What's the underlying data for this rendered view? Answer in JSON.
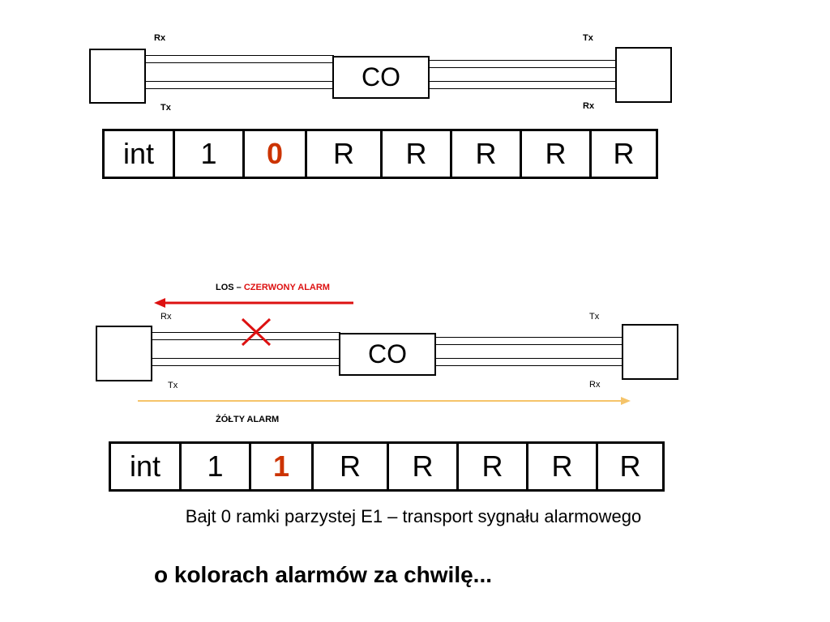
{
  "diagram1": {
    "left_top_label": "Rx",
    "left_bottom_label": "Tx",
    "right_top_label": "Tx",
    "right_bottom_label": "Rx",
    "co_label": "CO",
    "frame_cells": [
      "int",
      "1",
      "0",
      "R",
      "R",
      "R",
      "R",
      "R"
    ],
    "highlight_index": 2
  },
  "diagram2": {
    "left_top_label": "Rx",
    "left_bottom_label": "Tx",
    "right_top_label": "Tx",
    "right_bottom_label": "Rx",
    "co_label": "CO",
    "los_label_prefix": "LOS – ",
    "los_label_alarm": "CZERWONY ALARM",
    "yellow_alarm_label": "ŻÓŁTY ALARM",
    "frame_cells": [
      "int",
      "1",
      "1",
      "R",
      "R",
      "R",
      "R",
      "R"
    ],
    "highlight_index": 2
  },
  "colors": {
    "red": "#dd1111",
    "yellow": "#f5c46a",
    "highlight": "#cc3300"
  },
  "caption": "Bajt 0 ramki parzystej E1 – transport sygnału alarmowego",
  "teaser": "o kolorach alarmów za chwilę..."
}
